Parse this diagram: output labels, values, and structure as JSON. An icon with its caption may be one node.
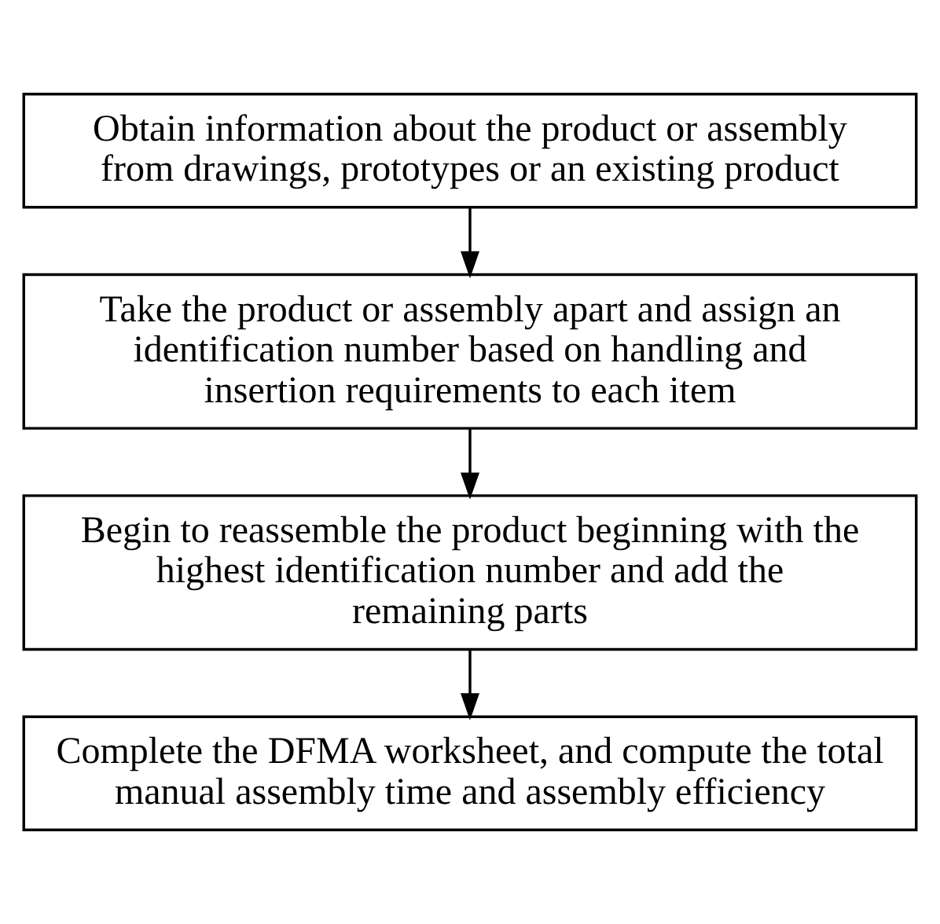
{
  "diagram": {
    "nodes": [
      {
        "text": [
          "Obtain information about the product or assembly from drawings, prototypes or an existing product"
        ]
      },
      {
        "text": [
          "Take the product or assembly apart and assign an identification number based on handling and insertion requirements to each item"
        ]
      },
      {
        "text": [
          "Begin to reassemble the product beginning with the highest identification number and add the remaining parts"
        ]
      },
      {
        "text": [
          "Complete the DFMA worksheet, and compute the total manual assembly time and assembly efficiency"
        ]
      }
    ],
    "edges": [
      {
        "from": 0,
        "to": 1,
        "arrow": "to"
      },
      {
        "from": 1,
        "to": 2,
        "arrow": "to"
      },
      {
        "from": 2,
        "to": 3,
        "arrow": "to"
      }
    ]
  }
}
